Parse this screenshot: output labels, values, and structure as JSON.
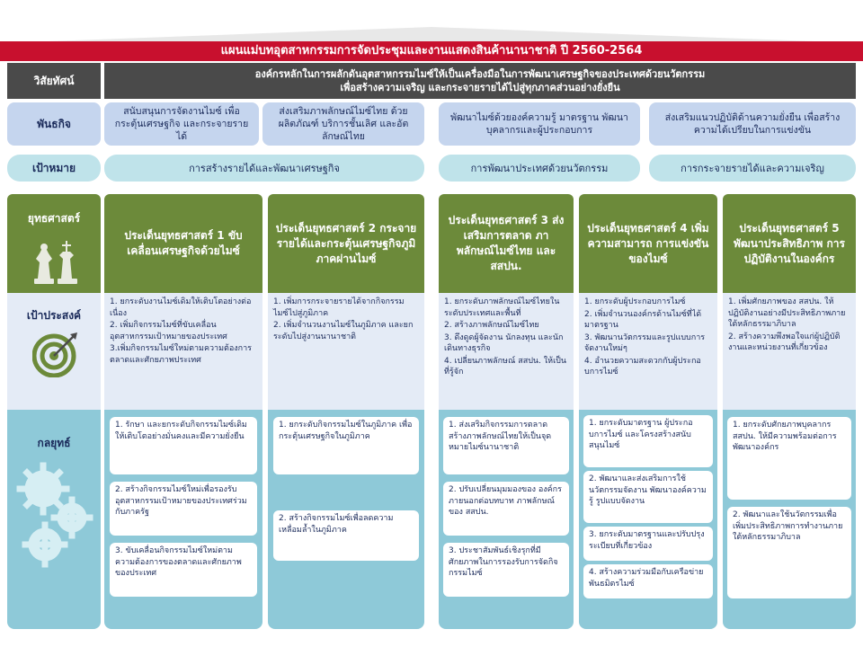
{
  "title": "แผนแม่บทอุตสาหกรรมการจัดประชุมและงานแสดงสินค้านานาชาติ  ปี 2560-2564",
  "vision": {
    "label": "วิสัยทัศน์",
    "line1": "องค์กรหลักในการผลักดันอุตสาหกรรมไมซ์ให้เป็นเครื่องมือในการพัฒนาเศรษฐกิจของประเทศด้วยนวัตกรรม",
    "line2": "เพื่อสร้างความเจริญ และกระจายรายได้ไปสู่ทุกภาคส่วนอย่างยั่งยืน"
  },
  "mission": {
    "label": "พันธกิจ",
    "items": [
      "สนับสนุนการจัดงานไมซ์ เพื่อกระตุ้นเศรษฐกิจ และกระจายรายได้",
      "ส่งเสริมภาพลักษณ์ไมซ์ไทย ด้วยผลิตภัณฑ์ บริการชั้นเลิศ และอัตลักษณ์ไทย",
      "พัฒนาไมซ์ด้วยองค์ความรู้ มาตรฐาน พัฒนาบุคลากรและผู้ประกอบการ",
      "ส่งเสริมแนวปฏิบัติด้านความยั่งยืน เพื่อสร้างความได้เปรียบในการแข่งขัน"
    ]
  },
  "goal": {
    "label": "เป้าหมาย",
    "items": [
      "การสร้างรายได้และพัฒนาเศรษฐกิจ",
      "การพัฒนาประเทศด้วยนวัตกรรม",
      "การกระจายรายได้และความเจริญ"
    ]
  },
  "strategy": {
    "label": "ยุทธศาสตร์",
    "items": [
      "ประเด็นยุทธศาสตร์ 1 ขับเคลื่อนเศรษฐกิจด้วยไมซ์",
      "ประเด็นยุทธศาสตร์ 2 กระจายรายได้และกระตุ้นเศรษฐกิจภูมิภาคผ่านไมซ์",
      "ประเด็นยุทธศาสตร์ 3 ส่งเสริมการตลาด ภาพลักษณ์ไมซ์ไทย และ สสปน.",
      "ประเด็นยุทธศาสตร์ 4 เพิ่มความสามารถ การแข่งขันของไมซ์",
      "ประเด็นยุทธศาสตร์ 5 พัฒนาประสิทธิภาพ การปฏิบัติงานในองค์กร"
    ]
  },
  "objective": {
    "label": "เป้าประสงค์",
    "cols": [
      [
        "1. ยกระดับงานไมซ์เดิมให้เติบโตอย่างต่อเนื่อง",
        "2. เพิ่มกิจกรรมไมซ์ที่ขับเคลื่อนอุตสาหกรรมเป้าหมายของประเทศ",
        "3.เพิ่มกิจกรรมไมซ์ใหม่ตามความต้องการตลาดและศักยภาพประเทศ"
      ],
      [
        "1. เพิ่มการกระจายรายได้จากกิจกรรมไมซ์ไปสู่ภูมิภาค",
        "2. เพิ่มจำนวนงานไมซ์ในภูมิภาค และยกระดับไปสู่งานนานาชาติ"
      ],
      [
        "1. ยกระดับภาพลักษณ์ไมซ์ไทยในระดับประเทศและพื้นที่",
        "2. สร้างภาพลักษณ์ไมซ์ไทย",
        "3. ดึงดูดผู้จัดงาน นักลงทุน และนักเดินทางธุรกิจ",
        "4. เปลี่ยนภาพลักษณ์ สสปน. ให้เป็นที่รู้จัก"
      ],
      [
        "1. ยกระดับผู้ประกอบการไมซ์",
        "2. เพิ่มจำนวนองค์กรด้านไมซ์ที่ได้มาตรฐาน",
        "3. พัฒนานวัตกรรมและรูปแบบการจัดงานใหม่ๆ",
        "4. อำนวยความสะดวกกับผู้ประกอบการไมซ์"
      ],
      [
        "1. เพิ่มศักยภาพของ สสปน. ให้ปฏิบัติงานอย่างมีประสิทธิภาพภายใต้หลักธรรมาภิบาล",
        "2. สร้างความพึงพอใจแก่ผู้ปฏิบัติงานและหน่วยงานที่เกี่ยวข้อง"
      ]
    ]
  },
  "tactic": {
    "label": "กลยุทธ์",
    "cols": [
      [
        "1. รักษา และยกระดับกิจกรรมไมซ์เดิมให้เติบโตอย่างมั่นคงและมีความยั่งยืน",
        "2. สร้างกิจกรรมไมซ์ใหม่เพื่อรองรับอุตสาหกรรมเป้าหมายของประเทศร่วมกับภาครัฐ",
        "3. ขับเคลื่อนกิจกรรมไมซ์ใหม่ตามความต้องการของตลาดและศักยภาพของประเทศ"
      ],
      [
        "1. ยกระดับกิจกรรมไมซ์ในภูมิภาค เพื่อกระตุ้นเศรษฐกิจในภูมิภาค",
        "2. สร้างกิจกรรมไมซ์เพื่อลดความเหลื่อมล้ำในภูมิภาค"
      ],
      [
        "1. ส่งเสริมกิจกรรมการตลาด สร้างภาพลักษณ์ไทยให้เป็นจุดหมายไมซ์นานาชาติ",
        "2. ปรับเปลี่ยนมุมมองของ องค์กรภายนอกต่อบทบาท ภาพลักษณ์ของ สสปน.",
        "3. ประชาสัมพันธ์เชิงรุกที่มีศักยภาพในการรองรับการจัดกิจกรรมไมซ์"
      ],
      [
        "1. ยกระดับมาตรฐาน ผู้ประกอบการไมซ์ และโครงสร้างสนับสนุนไมซ์",
        "2. พัฒนาและส่งเสริมการใช้นวัตกรรมจัดงาน พัฒนาองค์ความรู้ รูปแบบจัดงาน",
        "3. ยกระดับมาตรฐานและปรับปรุงระเบียบที่เกี่ยวข้อง",
        "4. สร้างความร่วมมือกับเครือข่ายพันธมิตรไมซ์"
      ],
      [
        "1. ยกระดับศักยภาพบุคลากร สสปน. ให้มีความพร้อมต่อการพัฒนาองค์กร",
        "2. พัฒนาและใช้นวัตกรรมเพื่อเพิ่มประสิทธิภาพการทำงานภายใต้หลักธรรมาภิบาล"
      ]
    ]
  },
  "colors": {
    "title_red": "#c8102e",
    "dark": "#4a4a4a",
    "mission_blue": "#c5d5ee",
    "goal_teal": "#bfe3ea",
    "strategy_green": "#6c8a3a",
    "objective_bg": "#e4ebf6",
    "tactic_bg": "#8ec9d8"
  },
  "icons": [
    "chess-icon",
    "target-icon",
    "gears-icon"
  ]
}
